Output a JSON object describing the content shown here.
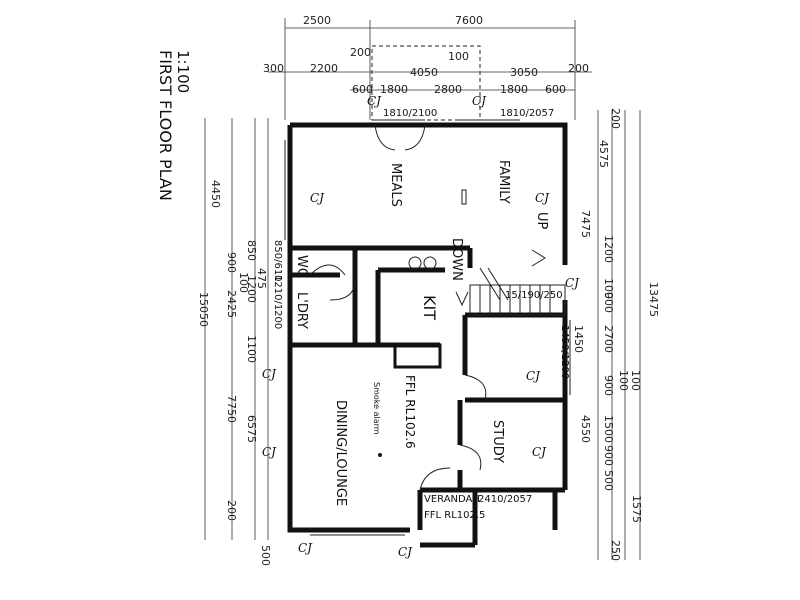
{
  "title": {
    "line1": "FIRST FLOOR PLAN",
    "line2": "1:100"
  },
  "rooms": {
    "meals": "MEALS",
    "family": "FAMILY",
    "kit": "KIT",
    "wc": "WC",
    "ldry": "L'DRY",
    "dining": "DINING/LOUNGE",
    "study": "STUDY",
    "verandah": "VERANDAH"
  },
  "labels": {
    "ffl1": "FFL RL102.6",
    "ffl2": "FFL RL102.5",
    "smoke": "Smoke alarm",
    "up": "UP",
    "down": "DOWN",
    "cj": "CJ"
  },
  "windows": {
    "w1": "1810/2100",
    "w2": "1810/2057",
    "w3": "850/610",
    "w4": "1210/1200",
    "w5": "15/190/250",
    "w6": "1450/1200",
    "w7": "2410/2057"
  },
  "top_dims": {
    "r1": [
      "2500",
      "7600"
    ],
    "r2": [
      "200",
      "100"
    ],
    "r3": [
      "300",
      "2200",
      "4050",
      "3050",
      "200"
    ],
    "r4": [
      "600",
      "1800",
      "2800",
      "1800",
      "600"
    ]
  },
  "left_dims": {
    "outer": "15050",
    "mid": [
      "4450",
      "900",
      "2425",
      "7750",
      "200"
    ],
    "inner": [
      "850",
      "475",
      "1200",
      "100",
      "1100",
      "6575",
      "500"
    ]
  },
  "right_dims": {
    "outer": "13475",
    "mid": [
      "4575",
      "7475",
      "1575"
    ],
    "inner": [
      "200",
      "1200",
      "100",
      "900",
      "2700",
      "900",
      "4550",
      "1500",
      "900",
      "500",
      "250"
    ],
    "extra": [
      "1450",
      "100",
      "100"
    ]
  }
}
